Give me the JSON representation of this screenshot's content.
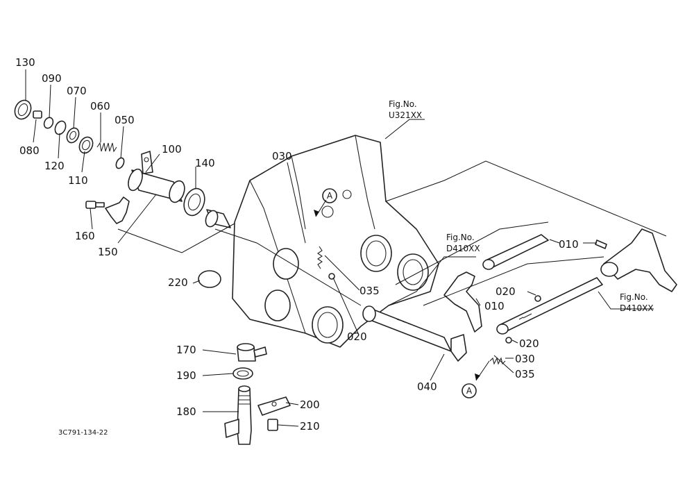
{
  "diagram_code": "3C791-134-22",
  "fig_refs": [
    {
      "line1": "Fig.No.",
      "line2": "U321XX"
    },
    {
      "line1": "Fig.No.",
      "line2": "D410XX"
    },
    {
      "line1": "Fig.No.",
      "line2": "D410XX"
    }
  ],
  "callout_letter": "A",
  "part_labels": [
    "130",
    "090",
    "070",
    "060",
    "050",
    "080",
    "120",
    "110",
    "100",
    "140",
    "160",
    "150",
    "220",
    "030",
    "035",
    "020",
    "010",
    "040",
    "170",
    "190",
    "180",
    "200",
    "210",
    "030",
    "020",
    "035"
  ]
}
